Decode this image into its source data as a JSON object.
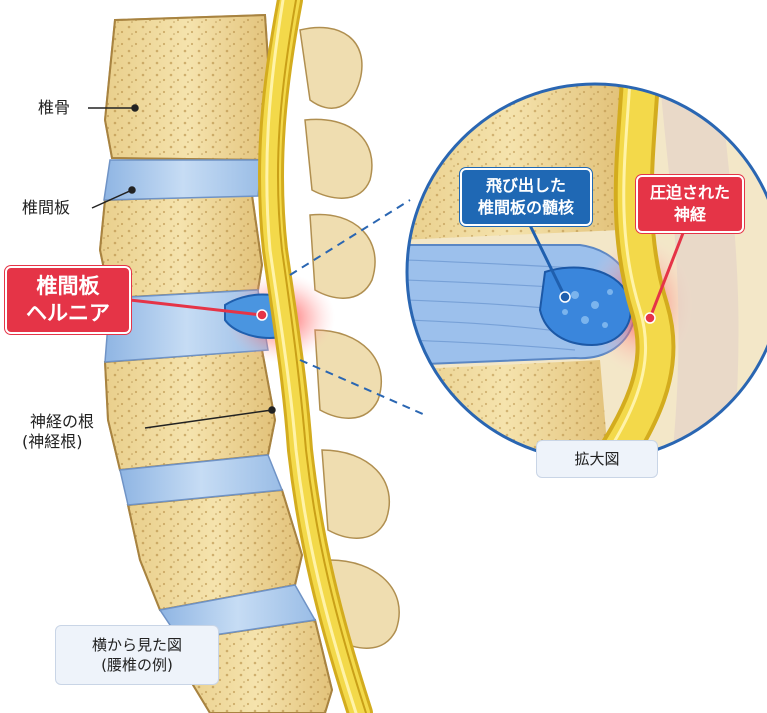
{
  "labels": {
    "vertebra": "椎骨",
    "disc": "椎間板",
    "nerve_root_line1": "神経の根",
    "nerve_root_line2": "(神経根)"
  },
  "hernia_badge": {
    "line1": "椎間板",
    "line2": "ヘルニア"
  },
  "zoom_labels": {
    "nucleus_line1": "飛び出した",
    "nucleus_line2": "椎間板の髄核",
    "nerve_line1": "圧迫された",
    "nerve_line2": "神経"
  },
  "captions": {
    "magnified": "拡大図",
    "side_view_line1": "横から見た図",
    "side_view_line2": "(腰椎の例)"
  },
  "colors": {
    "bone": "#f0dca0",
    "bone_edge": "#c8a860",
    "disc": "#a9c8ec",
    "nucleus": "#3f8ee0",
    "nerve": "#f2d640",
    "inflammation": "#ef4b4b",
    "red_label": "#e53447",
    "blue_label": "#1f68b4"
  }
}
